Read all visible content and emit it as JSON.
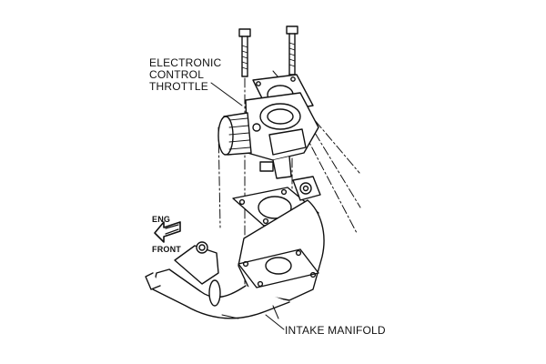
{
  "labels": {
    "throttle_line1": "ELECTRONIC",
    "throttle_line2": "CONTROL",
    "throttle_line3": "THROTTLE",
    "manifold": "INTAKE MANIFOLD",
    "eng": "ENG",
    "front": "FRONT"
  },
  "colors": {
    "ink": "#111111",
    "background": "#ffffff"
  }
}
